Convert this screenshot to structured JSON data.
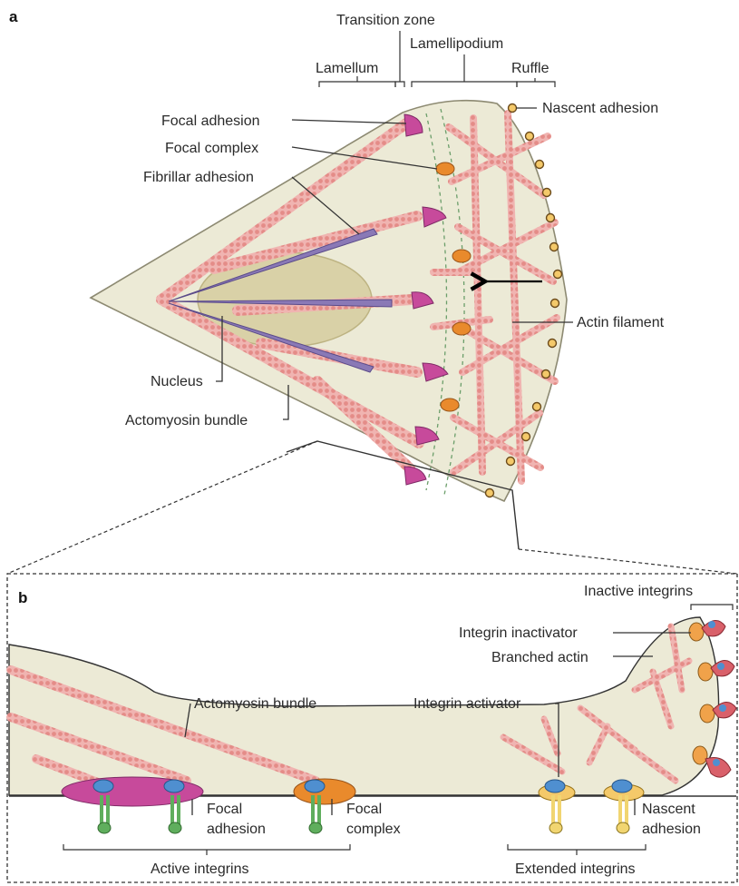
{
  "colors": {
    "cell_fill": "#ecead6",
    "cell_stroke": "#8d8a72",
    "nucleus": "#d8cfa2",
    "actin": "#e79592",
    "focal_adhesion": "#c74a9b",
    "focal_complex": "#e98a2c",
    "nascent_adhesion": "#f4c96a",
    "fibrillar_adhesion": "#8a79b6",
    "integrin_head": "#4f8fd0",
    "integrin_active_leg": "#5fae5d",
    "integrin_extended_leg": "#f1d571",
    "integrin_inactive": "#d9606a"
  },
  "panel_a": {
    "label": "a",
    "zones": {
      "transition_zone": "Transition zone",
      "lamellum": "Lamellum",
      "lamellipodium": "Lamellipodium",
      "ruffle": "Ruffle"
    },
    "labels": {
      "nascent_adhesion": "Nascent adhesion",
      "focal_adhesion": "Focal adhesion",
      "focal_complex": "Focal complex",
      "fibrillar_adhesion": "Fibrillar adhesion",
      "actin_filament": "Actin filament",
      "nucleus": "Nucleus",
      "actomyosin_bundle": "Actomyosin bundle"
    }
  },
  "panel_b": {
    "label": "b",
    "labels": {
      "inactive_integrins": "Inactive integrins",
      "integrin_inactivator": "Integrin inactivator",
      "branched_actin": "Branched actin",
      "actomyosin_bundle": "Actomyosin bundle",
      "integrin_activator": "Integrin activator",
      "focal_adhesion": [
        "Focal",
        "adhesion"
      ],
      "focal_complex": [
        "Focal",
        "complex"
      ],
      "nascent_adhesion": [
        "Nascent",
        "adhesion"
      ],
      "active_integrins": "Active integrins",
      "extended_integrins": "Extended integrins"
    }
  }
}
